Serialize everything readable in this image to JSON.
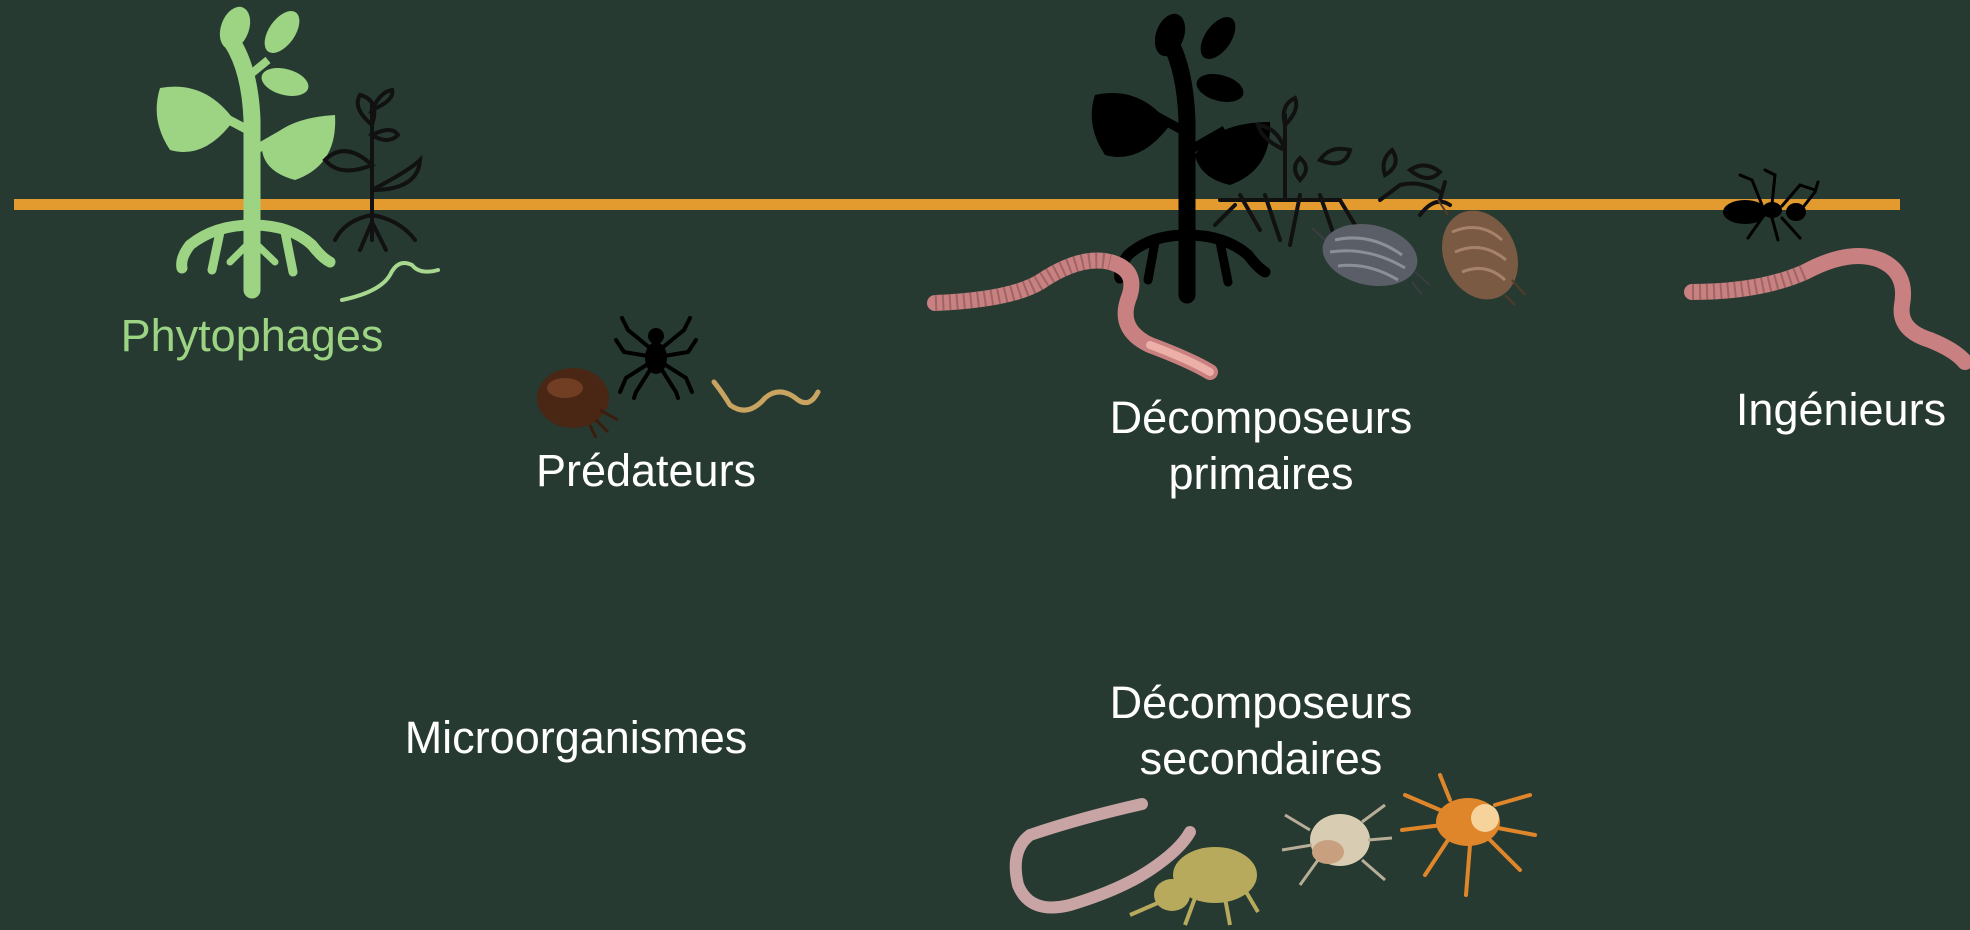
{
  "colors": {
    "background": "#263A31",
    "soil_surface_line": "#E39A2F",
    "phytophages": "#9CD484",
    "label_default": "#FFFFFF"
  },
  "groups": [
    {
      "id": "phytophages",
      "lines": [
        "Phytophages"
      ],
      "icons": [
        "plant-green-icon",
        "seedling-outline-icon",
        "nematode-green-icon"
      ]
    },
    {
      "id": "predateurs",
      "lines": [
        "Prédateurs"
      ],
      "icons": [
        "beetle-icon",
        "spider-icon",
        "nematode-tan-icon"
      ]
    },
    {
      "id": "decomposeurs-primaires",
      "lines": [
        "Décomposeurs",
        "primaires"
      ],
      "icons": [
        "plant-black-icon",
        "roots-outline-icon",
        "earthworm-icon",
        "woodlouse-grey-icon",
        "woodlouse-brown-icon"
      ]
    },
    {
      "id": "ingenieurs",
      "lines": [
        "Ingénieurs"
      ],
      "icons": [
        "ant-icon",
        "earthworm-icon"
      ]
    },
    {
      "id": "microorganismes",
      "lines": [
        "Microorganismes"
      ],
      "icons": []
    },
    {
      "id": "decomposeurs-secondaires",
      "lines": [
        "Décomposeurs",
        "secondaires"
      ],
      "icons": [
        "enchytraeid-worm-icon",
        "springtail-icon",
        "mite-white-icon",
        "mite-orange-icon"
      ]
    }
  ]
}
